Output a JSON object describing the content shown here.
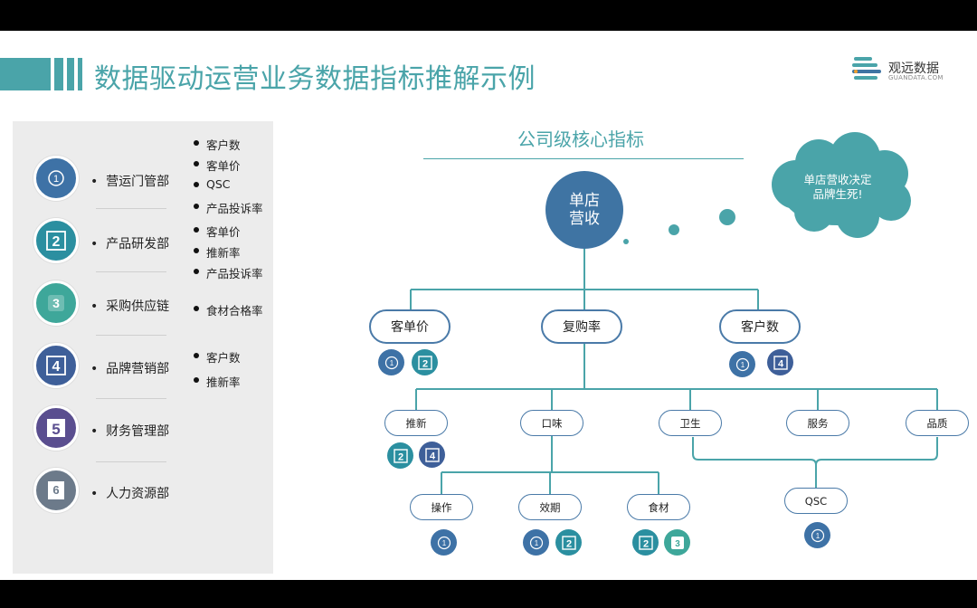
{
  "title": "数据驱动运营业务数据指标推解示例",
  "logo": {
    "name": "观远数据",
    "sub": "GUANDATA.COM"
  },
  "departments": [
    {
      "num": "1",
      "label": "营运门管部",
      "color": "#3e72a6",
      "metrics": [
        "客户数",
        "客单价",
        "QSC",
        "产品投诉率"
      ]
    },
    {
      "num": "2",
      "label": "产品研发部",
      "color": "#2b8fa0",
      "metrics": [
        "客单价",
        "推新率",
        "产品投诉率"
      ]
    },
    {
      "num": "3",
      "label": "采购供应链",
      "color": "#3ea79a",
      "metrics": [
        "食材合格率"
      ]
    },
    {
      "num": "4",
      "label": "品牌营销部",
      "color": "#3e5f99",
      "metrics": [
        "客户数",
        "推新率"
      ]
    },
    {
      "num": "5",
      "label": "财务管理部",
      "color": "#5a4e8f",
      "metrics": []
    },
    {
      "num": "6",
      "label": "人力资源部",
      "color": "#6c7a8a",
      "metrics": []
    }
  ],
  "chart": {
    "title": "公司级核心指标",
    "root": [
      "单店",
      "营收"
    ],
    "callout": [
      "单店营收决定",
      "品牌生死!"
    ],
    "level1": [
      "客单价",
      "复购率",
      "客户数"
    ],
    "level2": [
      "推新",
      "口味",
      "卫生",
      "服务",
      "品质"
    ],
    "level3": [
      "操作",
      "效期",
      "食材",
      "QSC"
    ]
  }
}
